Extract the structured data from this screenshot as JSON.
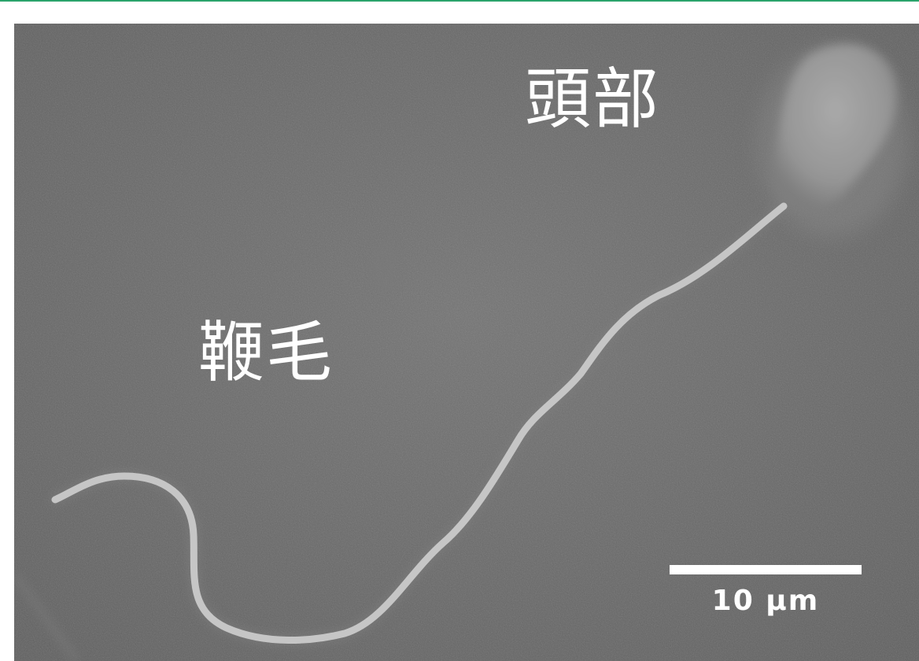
{
  "labels": {
    "head": "頭部",
    "flagellum": "鞭毛"
  },
  "scale_bar": {
    "label": "10 µm"
  },
  "colors": {
    "background": "#ffffff",
    "top_rule": "#2aa36b",
    "micrograph_base": "#6e6e6e",
    "micrograph_dark": "#5e5e5e",
    "specimen": "#c4c4c4",
    "head_glow": "#a8a8a8",
    "label_text": "#ffffff",
    "scale_bar": "#ffffff"
  }
}
